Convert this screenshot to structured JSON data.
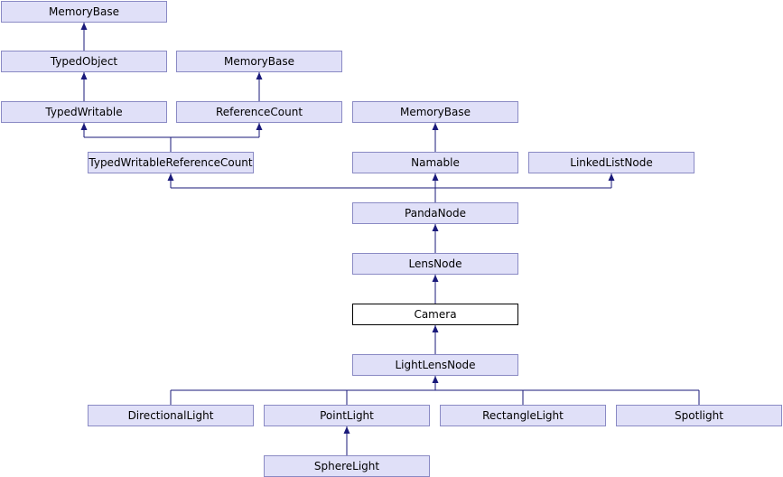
{
  "diagram": {
    "nodes": {
      "memorybase_top": "MemoryBase",
      "typedobject": "TypedObject",
      "memorybase_mid": "MemoryBase",
      "typedwritable": "TypedWritable",
      "referencecount": "ReferenceCount",
      "memorybase_right": "MemoryBase",
      "typedwritablereferencecount": "TypedWritableReferenceCount",
      "namable": "Namable",
      "linkedlistnode": "LinkedListNode",
      "pandanode": "PandaNode",
      "lensnode": "LensNode",
      "camera": "Camera",
      "lightlensnode": "LightLensNode",
      "directionallight": "DirectionalLight",
      "pointlight": "PointLight",
      "rectanglelight": "RectangleLight",
      "spotlight": "Spotlight",
      "spherelight": "SphereLight"
    },
    "colors": {
      "node_fill": "#e0e0f8",
      "node_border": "#8a8ac4",
      "current_fill": "#ffffff",
      "current_border": "#000000",
      "edge": "#1a1a7a"
    }
  }
}
